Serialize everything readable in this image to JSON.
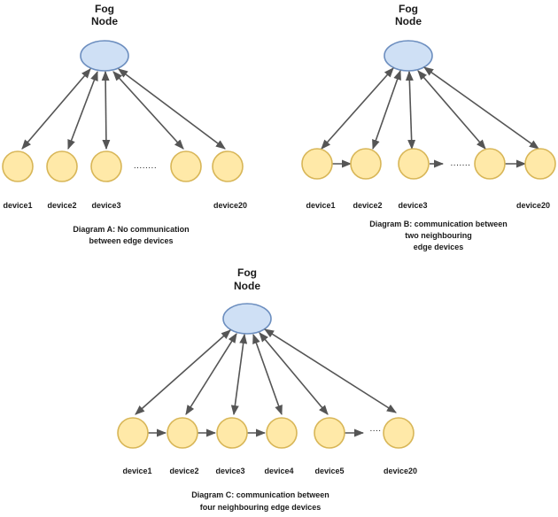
{
  "colors": {
    "fog_fill": "#cfe0f5",
    "fog_stroke": "#6c8ebf",
    "device_fill": "#ffe9a8",
    "device_stroke": "#d8b657",
    "arrow": "#555555"
  },
  "diagrams": [
    {
      "id": "a",
      "fog_label": [
        "Fog",
        "Node"
      ],
      "device_labels": [
        "device1",
        "device2",
        "device3",
        "device20"
      ],
      "ellipsis": "........",
      "caption": [
        "Diagram A: No communication",
        "between edge devices"
      ]
    },
    {
      "id": "b",
      "fog_label": [
        "Fog",
        "Node"
      ],
      "device_labels": [
        "device1",
        "device2",
        "device3",
        "device20"
      ],
      "ellipsis": ".......",
      "caption": [
        "Diagram B: communication between",
        "two neighbouring",
        "edge devices"
      ]
    },
    {
      "id": "c",
      "fog_label": [
        "Fog",
        "Node"
      ],
      "device_labels": [
        "device1",
        "device2",
        "device3",
        "device4",
        "device5",
        "device20"
      ],
      "ellipsis": "....",
      "caption": [
        "Diagram C: communication between",
        "four neighbouring edge devices"
      ]
    }
  ]
}
